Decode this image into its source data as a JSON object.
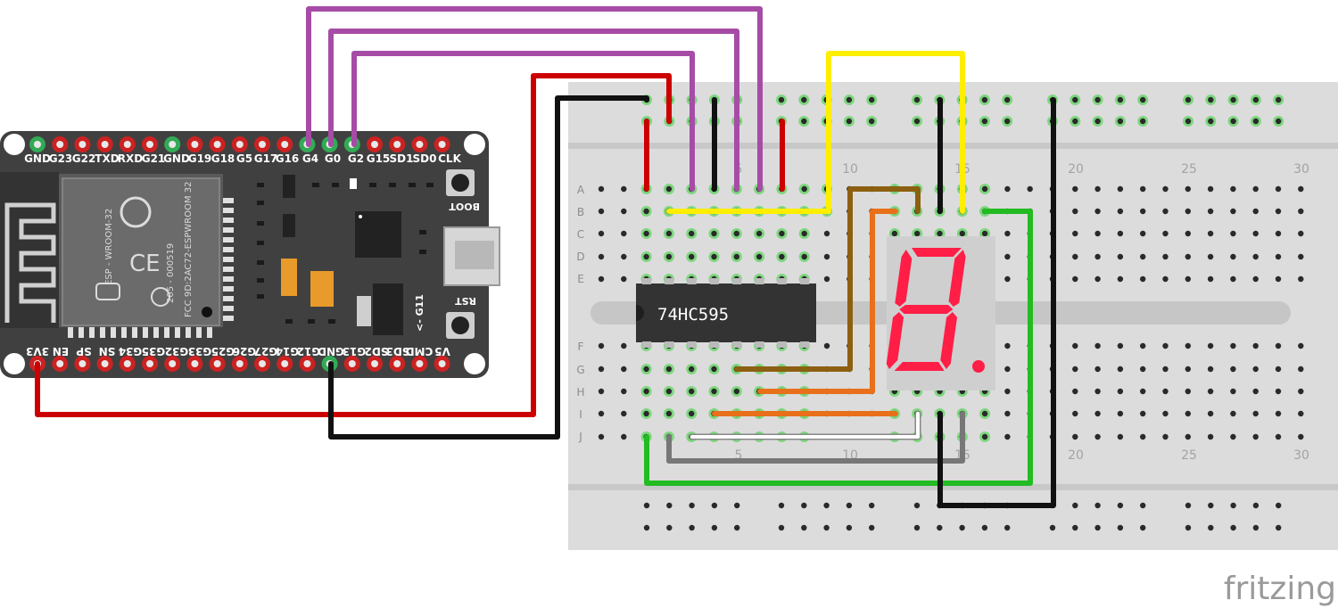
{
  "board": {
    "top_pins": [
      "GND",
      "G23",
      "G22",
      "TXD",
      "RXD",
      "G21",
      "GND",
      "G19",
      "G18",
      "G5",
      "G17",
      "G16",
      "G4",
      "G0",
      "G2",
      "G15",
      "SD1",
      "SD0",
      "CLK"
    ],
    "bottom_pins": [
      "3V3",
      "EN",
      "SP",
      "SN",
      "G34",
      "G35",
      "G32",
      "G33",
      "G25",
      "G26",
      "G27",
      "G14",
      "G12",
      "GND",
      "G13",
      "SD2",
      "SD3",
      "CMD",
      "V5"
    ],
    "module_label": "ESP - WROOM-32",
    "module_fcc": "FCC 9D:2AC72-ESPWROOM 32",
    "module_cert": "205 - 000519",
    "boot_label": "BOOT",
    "rst_label": "RST",
    "g11_label": "<- G11"
  },
  "breadboard": {
    "row_letters_top": [
      "A",
      "B",
      "C",
      "D",
      "E"
    ],
    "row_letters_bottom": [
      "F",
      "G",
      "H",
      "I",
      "J"
    ],
    "column_numbers": [
      "5",
      "10",
      "15",
      "20",
      "25",
      "30"
    ]
  },
  "chip": {
    "label": "74HC595"
  },
  "brand": {
    "name": "fritzing"
  },
  "colors": {
    "wire_red": "#cc0000",
    "wire_black": "#111111",
    "wire_purple": "#a64ca6",
    "wire_yellow": "#ffee00",
    "wire_green": "#22bb22",
    "wire_brown": "#8c6010",
    "wire_orange": "#e8701a",
    "wire_white": "#ffffff",
    "wire_gray": "#777777",
    "segment_red": "#ff1e46"
  }
}
